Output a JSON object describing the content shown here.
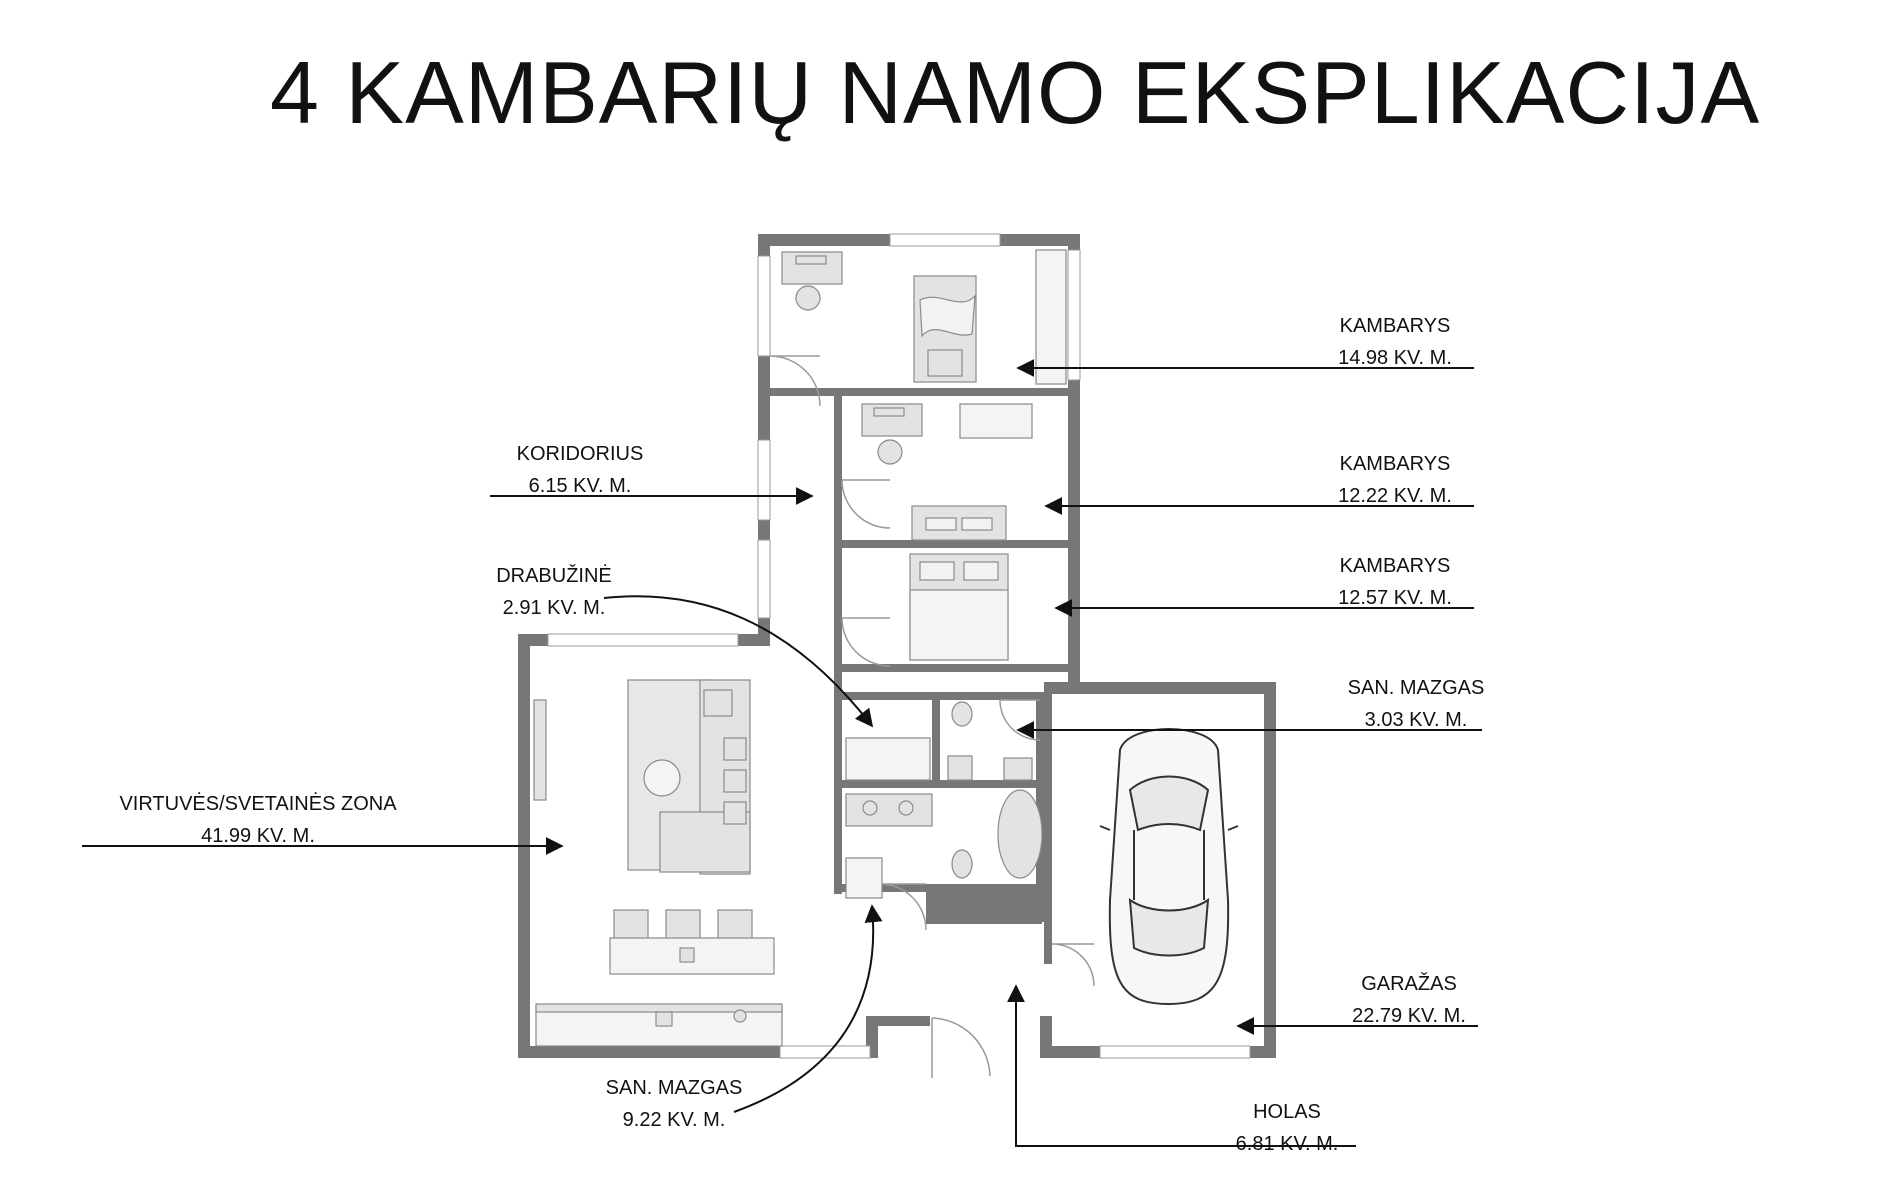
{
  "title": "4 KAMBARIŲ NAMO EKSPLIKACIJA",
  "rooms": [
    {
      "name": "KAMBARYS",
      "area": "14.98 KV. M."
    },
    {
      "name": "KAMBARYS",
      "area": "12.22 KV. M."
    },
    {
      "name": "KAMBARYS",
      "area": "12.57 KV. M."
    },
    {
      "name": "KORIDORIUS",
      "area": "6.15 KV. M."
    },
    {
      "name": "DRABUŽINĖ",
      "area": "2.91 KV. M."
    },
    {
      "name": "SAN. MAZGAS",
      "area": "3.03 KV. M."
    },
    {
      "name": "VIRTUVĖS/SVETAINĖS ZONA",
      "area": "41.99 KV. M."
    },
    {
      "name": "GARAŽAS",
      "area": "22.79 KV. M."
    },
    {
      "name": "SAN. MAZGAS",
      "area": "9.22 KV. M."
    },
    {
      "name": "HOLAS",
      "area": "6.81 KV. M."
    }
  ],
  "colors": {
    "wall": "#77777a",
    "line": "#111111",
    "furniture": "#d5d6d8"
  }
}
